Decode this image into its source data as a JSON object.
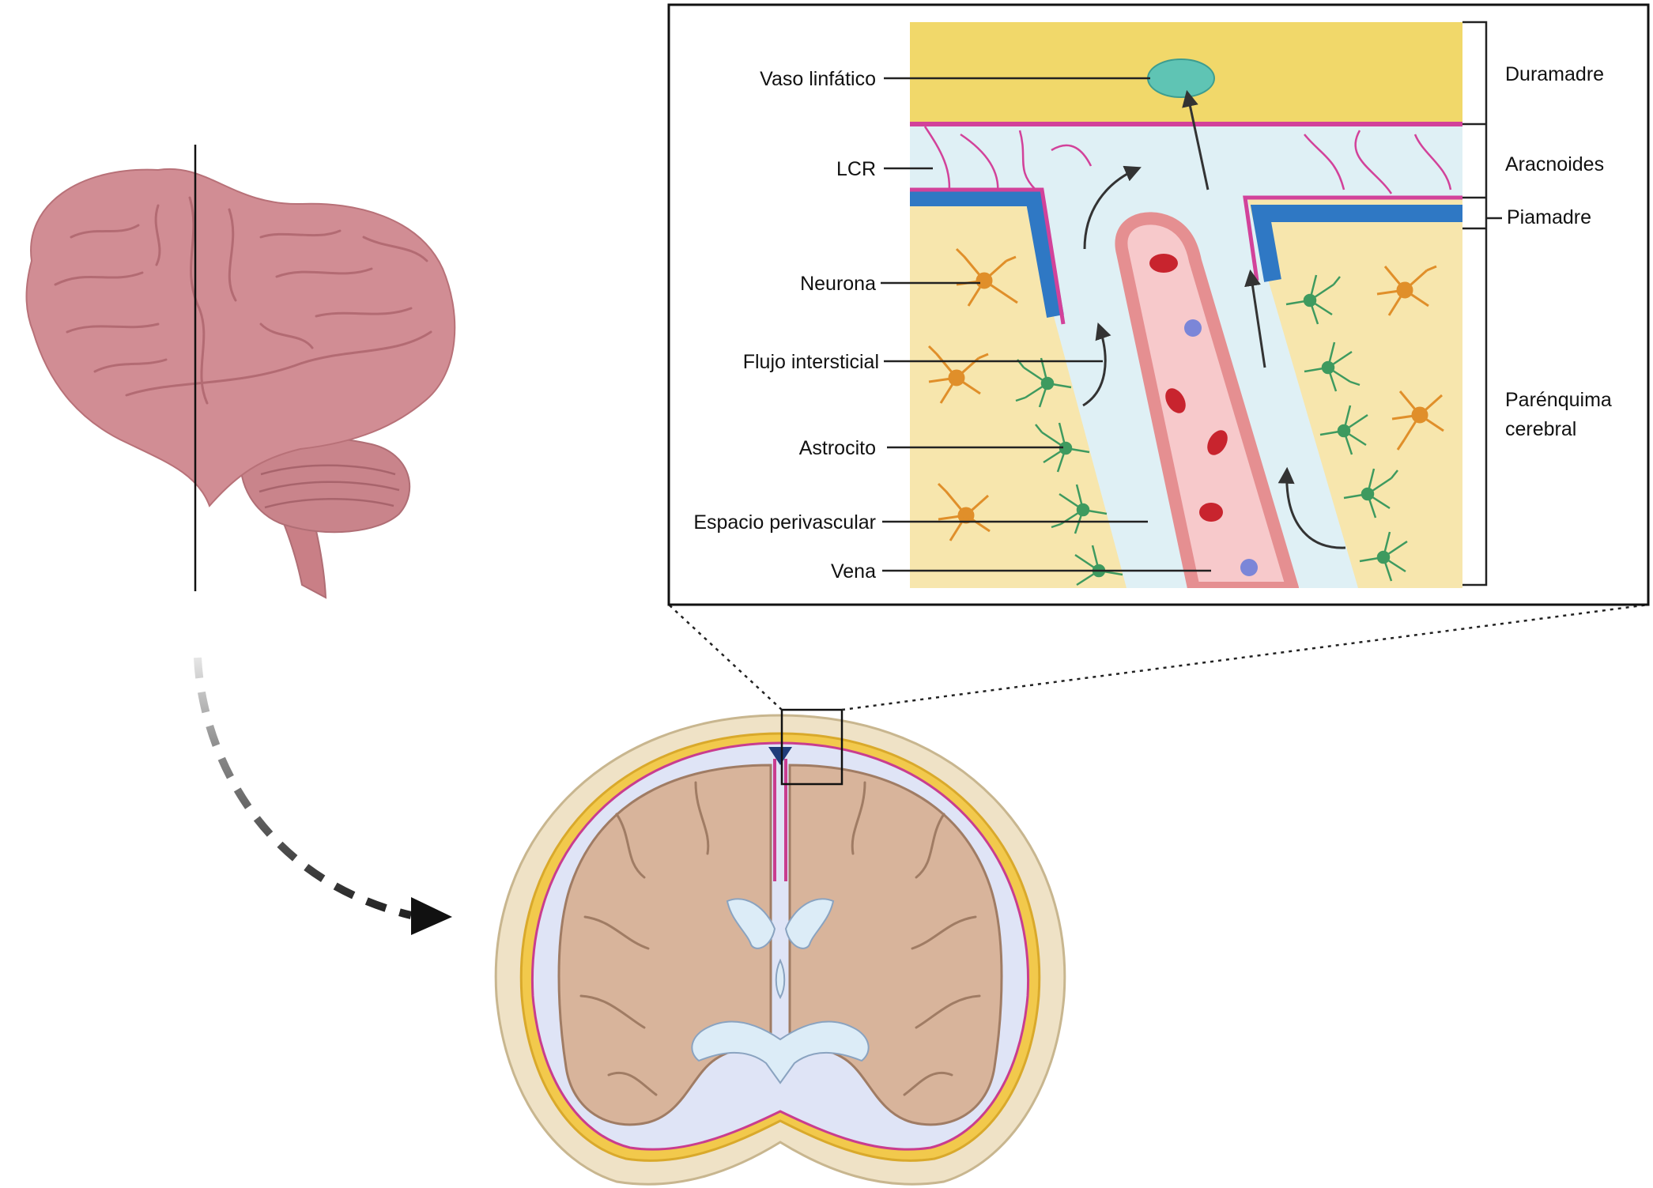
{
  "colors": {
    "dura": "#f1d86a",
    "meninge_line": "#d2429a",
    "csf": "#dff0f5",
    "pia": "#2f78c4",
    "parenchyma": "#f7e6ad",
    "vein_wall": "#e58f91",
    "vein_inner": "#f7c9cb",
    "rbc": "#c8242e",
    "wbc": "#7b86d8",
    "lymph": "#5fc4b4",
    "neuron": "#e08f2a",
    "astrocyte": "#3e9a5f",
    "brain": "#cf8b92",
    "section_tissue": "#d8b49b",
    "skull": "#efe2c6",
    "ventricle": "#dcecf7"
  },
  "labels_left": [
    {
      "id": "vaso-linfatico",
      "text": "Vaso linfático"
    },
    {
      "id": "lcr",
      "text": "LCR"
    },
    {
      "id": "neurona",
      "text": "Neurona"
    },
    {
      "id": "flujo-intersticial",
      "text": "Flujo intersticial"
    },
    {
      "id": "astrocito",
      "text": "Astrocito"
    },
    {
      "id": "espacio-perivascular",
      "text": "Espacio perivascular"
    },
    {
      "id": "vena",
      "text": "Vena"
    }
  ],
  "labels_right": [
    {
      "id": "duramadre",
      "lines": [
        "Duramadre"
      ]
    },
    {
      "id": "aracnoides",
      "lines": [
        "Aracnoides"
      ]
    },
    {
      "id": "piamadre",
      "lines": [
        "Piamadre"
      ]
    },
    {
      "id": "parenquima-cerebral",
      "lines": [
        "Parénquima",
        "cerebral"
      ]
    }
  ]
}
